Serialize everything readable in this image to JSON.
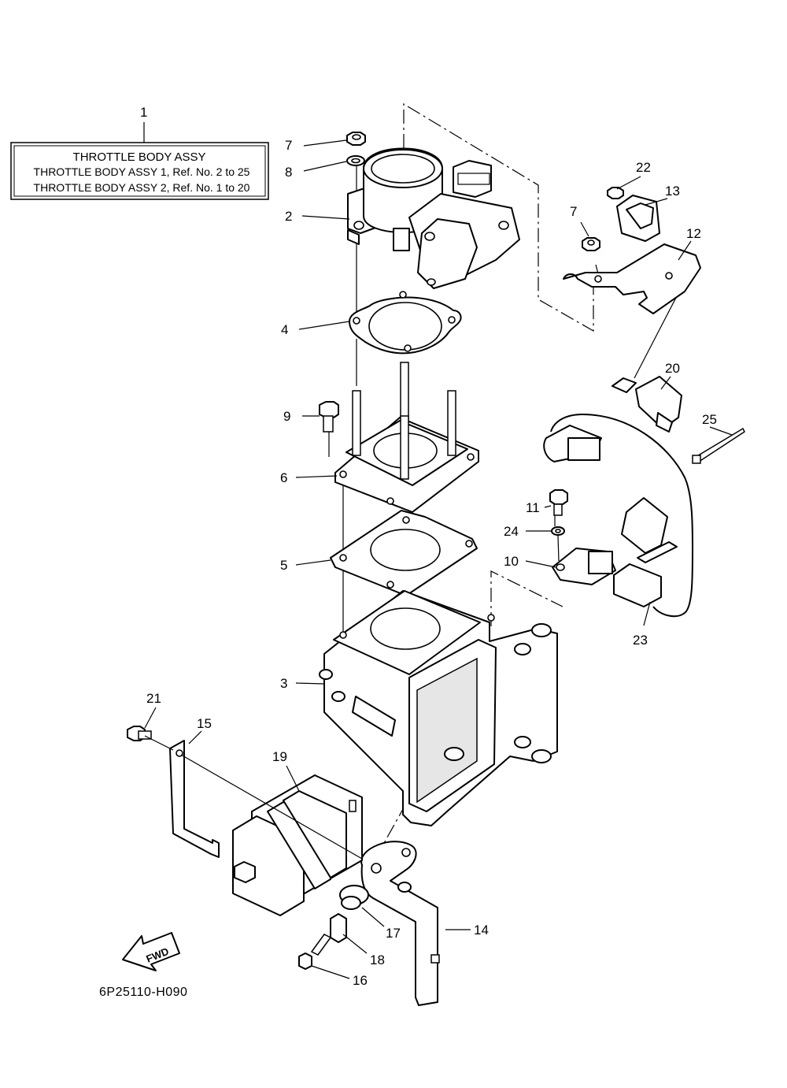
{
  "legend": {
    "title": "THROTTLE BODY ASSY",
    "line1": "THROTTLE BODY ASSY 1,  Ref. No. 2 to 25",
    "line2": "THROTTLE BODY ASSY 2,  Ref. No. 1 to 20"
  },
  "diagram_code": "6P25110-H090",
  "fwd_label": "FWD",
  "callouts": {
    "c1": "1",
    "c2": "2",
    "c3": "3",
    "c4": "4",
    "c5": "5",
    "c6": "6",
    "c7a": "7",
    "c7b": "7",
    "c8": "8",
    "c9": "9",
    "c10": "10",
    "c11": "11",
    "c12": "12",
    "c13": "13",
    "c14": "14",
    "c15": "15",
    "c16": "16",
    "c17": "17",
    "c18": "18",
    "c19": "19",
    "c20": "20",
    "c21": "21",
    "c22": "22",
    "c23": "23",
    "c24": "24",
    "c25": "25"
  }
}
